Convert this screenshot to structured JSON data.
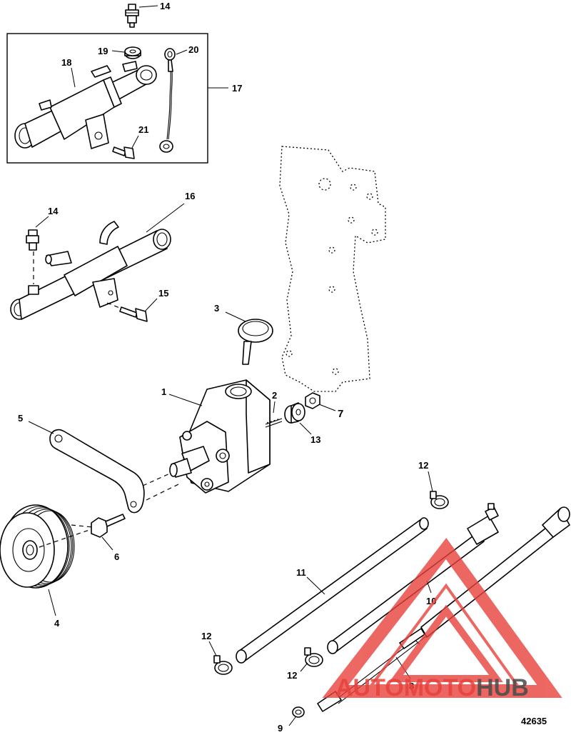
{
  "diagram": {
    "figure_number": "42635",
    "callouts": {
      "c1": "1",
      "c2": "2",
      "c3": "3",
      "c4": "4",
      "c5": "5",
      "c6": "6",
      "c7": "7",
      "c8": "8",
      "c9": "9",
      "c10": "10",
      "c11": "11",
      "c12a": "12",
      "c12b": "12",
      "c12c": "12",
      "c13": "13",
      "c14a": "14",
      "c14b": "14",
      "c15": "15",
      "c16": "16",
      "c17": "17",
      "c18": "18",
      "c19": "19",
      "c20": "20",
      "c21": "21"
    }
  },
  "watermark": {
    "part1": "AUTO",
    "part2": "MOTO",
    "part3": "HUB",
    "colors": {
      "red": "#e8413c",
      "gray": "#4a4a4a",
      "triangle": "#e8413c"
    }
  }
}
